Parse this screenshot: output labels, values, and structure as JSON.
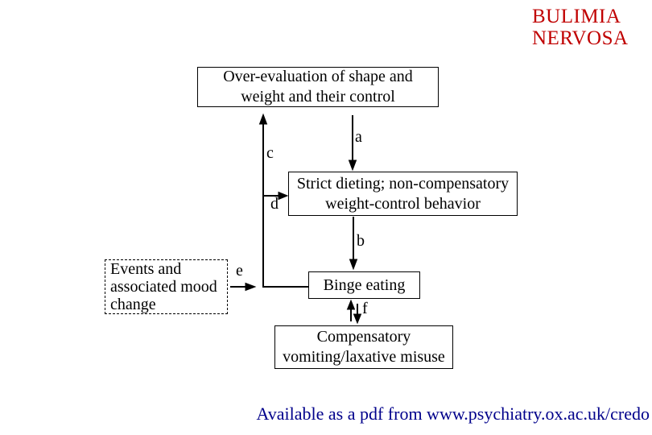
{
  "title": {
    "line1": "BULIMIA",
    "line2": "NERVOSA",
    "color": "#c00000"
  },
  "diagram": {
    "boxes": {
      "overevaluation": {
        "text": "Over-evaluation of shape and\nweight and their control"
      },
      "strict_dieting": {
        "text": "Strict dieting; non-compensatory\nweight-control behavior"
      },
      "binge_eating": {
        "text": "Binge eating"
      },
      "compensatory": {
        "text": "Compensatory\nvomiting/laxative misuse"
      },
      "events": {
        "text": "Events and\nassociated mood\nchange"
      }
    },
    "arrow_labels": {
      "a": "a",
      "b": "b",
      "c": "c",
      "d": "d",
      "e": "e",
      "f": "f"
    },
    "line_color": "#000000"
  },
  "footer": {
    "text": "Available as a pdf from www.psychiatry.ox.ac.uk/credo",
    "color": "#00008b"
  }
}
